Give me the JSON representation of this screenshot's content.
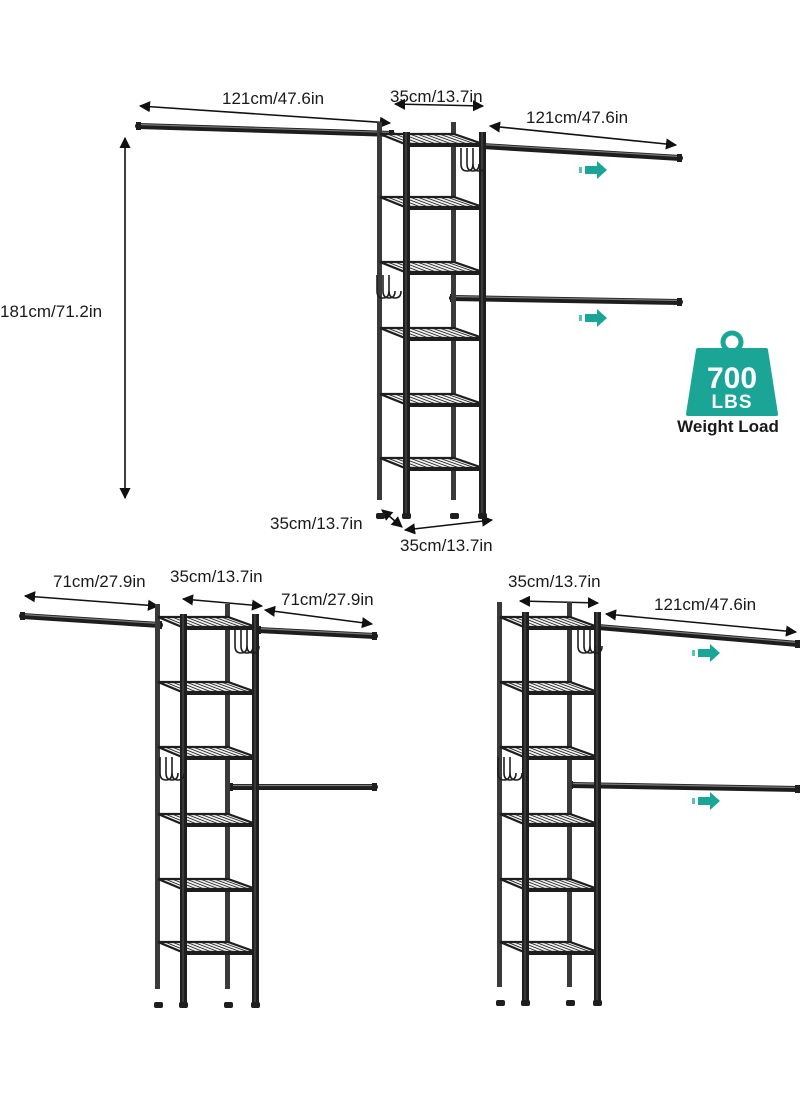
{
  "colors": {
    "accent": "#1aa596",
    "frame": "#1e1e1e",
    "dim_line": "#111111"
  },
  "top_unit": {
    "rod_left_width": "121cm/47.6in",
    "shelf_width": "35cm/13.7in",
    "rod_right_width": "121cm/47.6in",
    "height": "181cm/71.2in",
    "depth": "35cm/13.7in",
    "base_width": "35cm/13.7in"
  },
  "bottom_left_unit": {
    "rod_left_width": "71cm/27.9in",
    "shelf_width": "35cm/13.7in",
    "rod_right_width": "71cm/27.9in"
  },
  "bottom_right_unit": {
    "shelf_width": "35cm/13.7in",
    "rod_right_width": "121cm/47.6in"
  },
  "weight_badge": {
    "icon": "weight-icon",
    "value": "700",
    "unit": "LBS",
    "caption": "Weight Load"
  },
  "extend_arrow_icon": "arrow-right-icon"
}
